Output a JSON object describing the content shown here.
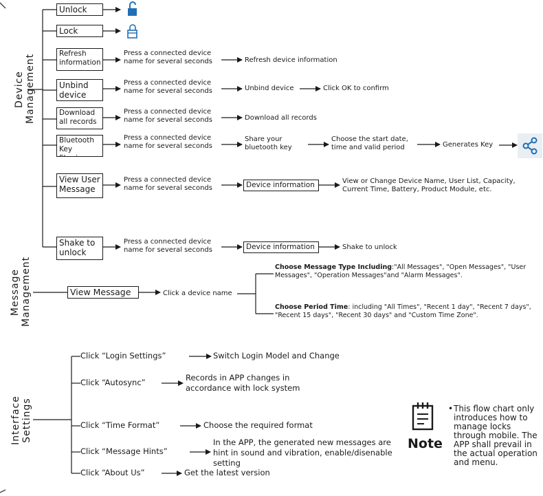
{
  "sections": {
    "device_management": "Device\nManagement",
    "message_management": "Message\nManagement",
    "interface_settings": "Interface\nSettings"
  },
  "device": {
    "unlock": "Unlock",
    "lock": "Lock",
    "refresh": "Refresh information",
    "unbind": "Unbind device",
    "download": "Download all records",
    "bluetooth": "Bluetooth Key Sharing",
    "view_user": "View User Message",
    "shake": "Shake to unlock",
    "press_long": "Press a connected device name for several seconds",
    "refresh_result": "Refresh device information",
    "unbind_result": "Unbind device",
    "unbind_confirm": "Click OK to confirm",
    "download_result": "Download all records",
    "share_key": "Share your bluetooth key",
    "choose_period": "Choose the start date, time and valid period",
    "generates_key": "Generates Key",
    "device_info": "Device information",
    "view_change": "View or Change Device Name, User List, Capacity, Current Time, Battery, Product Module, etc.",
    "shake_result": "Shake to unlock"
  },
  "message": {
    "view_message": "View Message",
    "click_device": "Click a device name",
    "type_head": "Choose Message Type Including",
    "type_body": ":\"All Messages\", \"Open Messages\", \"User Messages\", \"Operation Messages\"and \"Alarm Messages\".",
    "period_head": "Choose Period Time",
    "period_body": ": including \"All Times\", \"Recent 1 day\", \"Recent 7 days\", \"Recent 15 days\", \"Recent 30 days\" and \"Custom Time Zone\"."
  },
  "settings": {
    "login": "Click “Login Settings”",
    "login_result": "Switch Login Model and Change",
    "autosync": "Click “Autosync”",
    "autosync_result": "Records in APP changes in accordance with lock system",
    "time_format": "Click “Time Format”",
    "time_result": "Choose the required format",
    "hints": "Click “Message Hints”",
    "hints_result": "In the APP, the generated new messages are hint  in sound and vibration, enable/disenable setting",
    "about": "Click “About Us”",
    "about_result": "Get the latest version"
  },
  "note": {
    "label": "Note",
    "text": "This flow chart only introduces how to manage locks through mobile. The APP shall prevail in the actual operation and menu."
  },
  "colors": {
    "accent": "#1f6fb5",
    "line": "#1a1a1a"
  },
  "icons": [
    "unlock-icon",
    "lock-icon",
    "share-icon",
    "note-icon"
  ]
}
